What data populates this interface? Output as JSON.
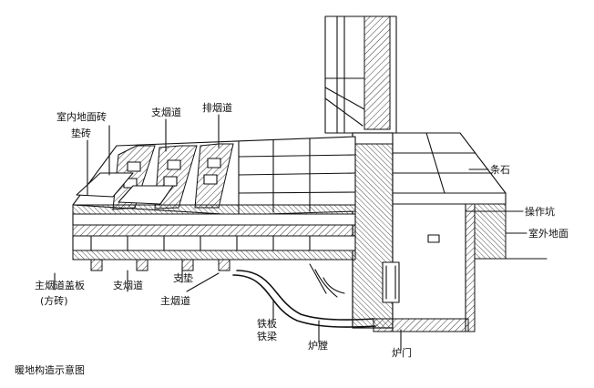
{
  "labels": {
    "indoor_floor_tile": "室内地面砖",
    "branch_flue_top": "支烟道",
    "exhaust_flue": "排烟道",
    "cushion_brick": "垫砖",
    "strip_stone": "条石",
    "operation_pit": "操作坑",
    "outdoor_ground": "室外地面",
    "main_flue_cover": "主烟道盖板",
    "square_brick": "(方砖)",
    "branch_flue_bottom": "支烟道",
    "brace": "支垫",
    "main_flue": "主烟道",
    "iron_plate": "铁板",
    "iron_beam": "铁梁",
    "furnace_chamber": "炉膛",
    "furnace_door": "炉门"
  },
  "caption": "暖地构造示意图"
}
